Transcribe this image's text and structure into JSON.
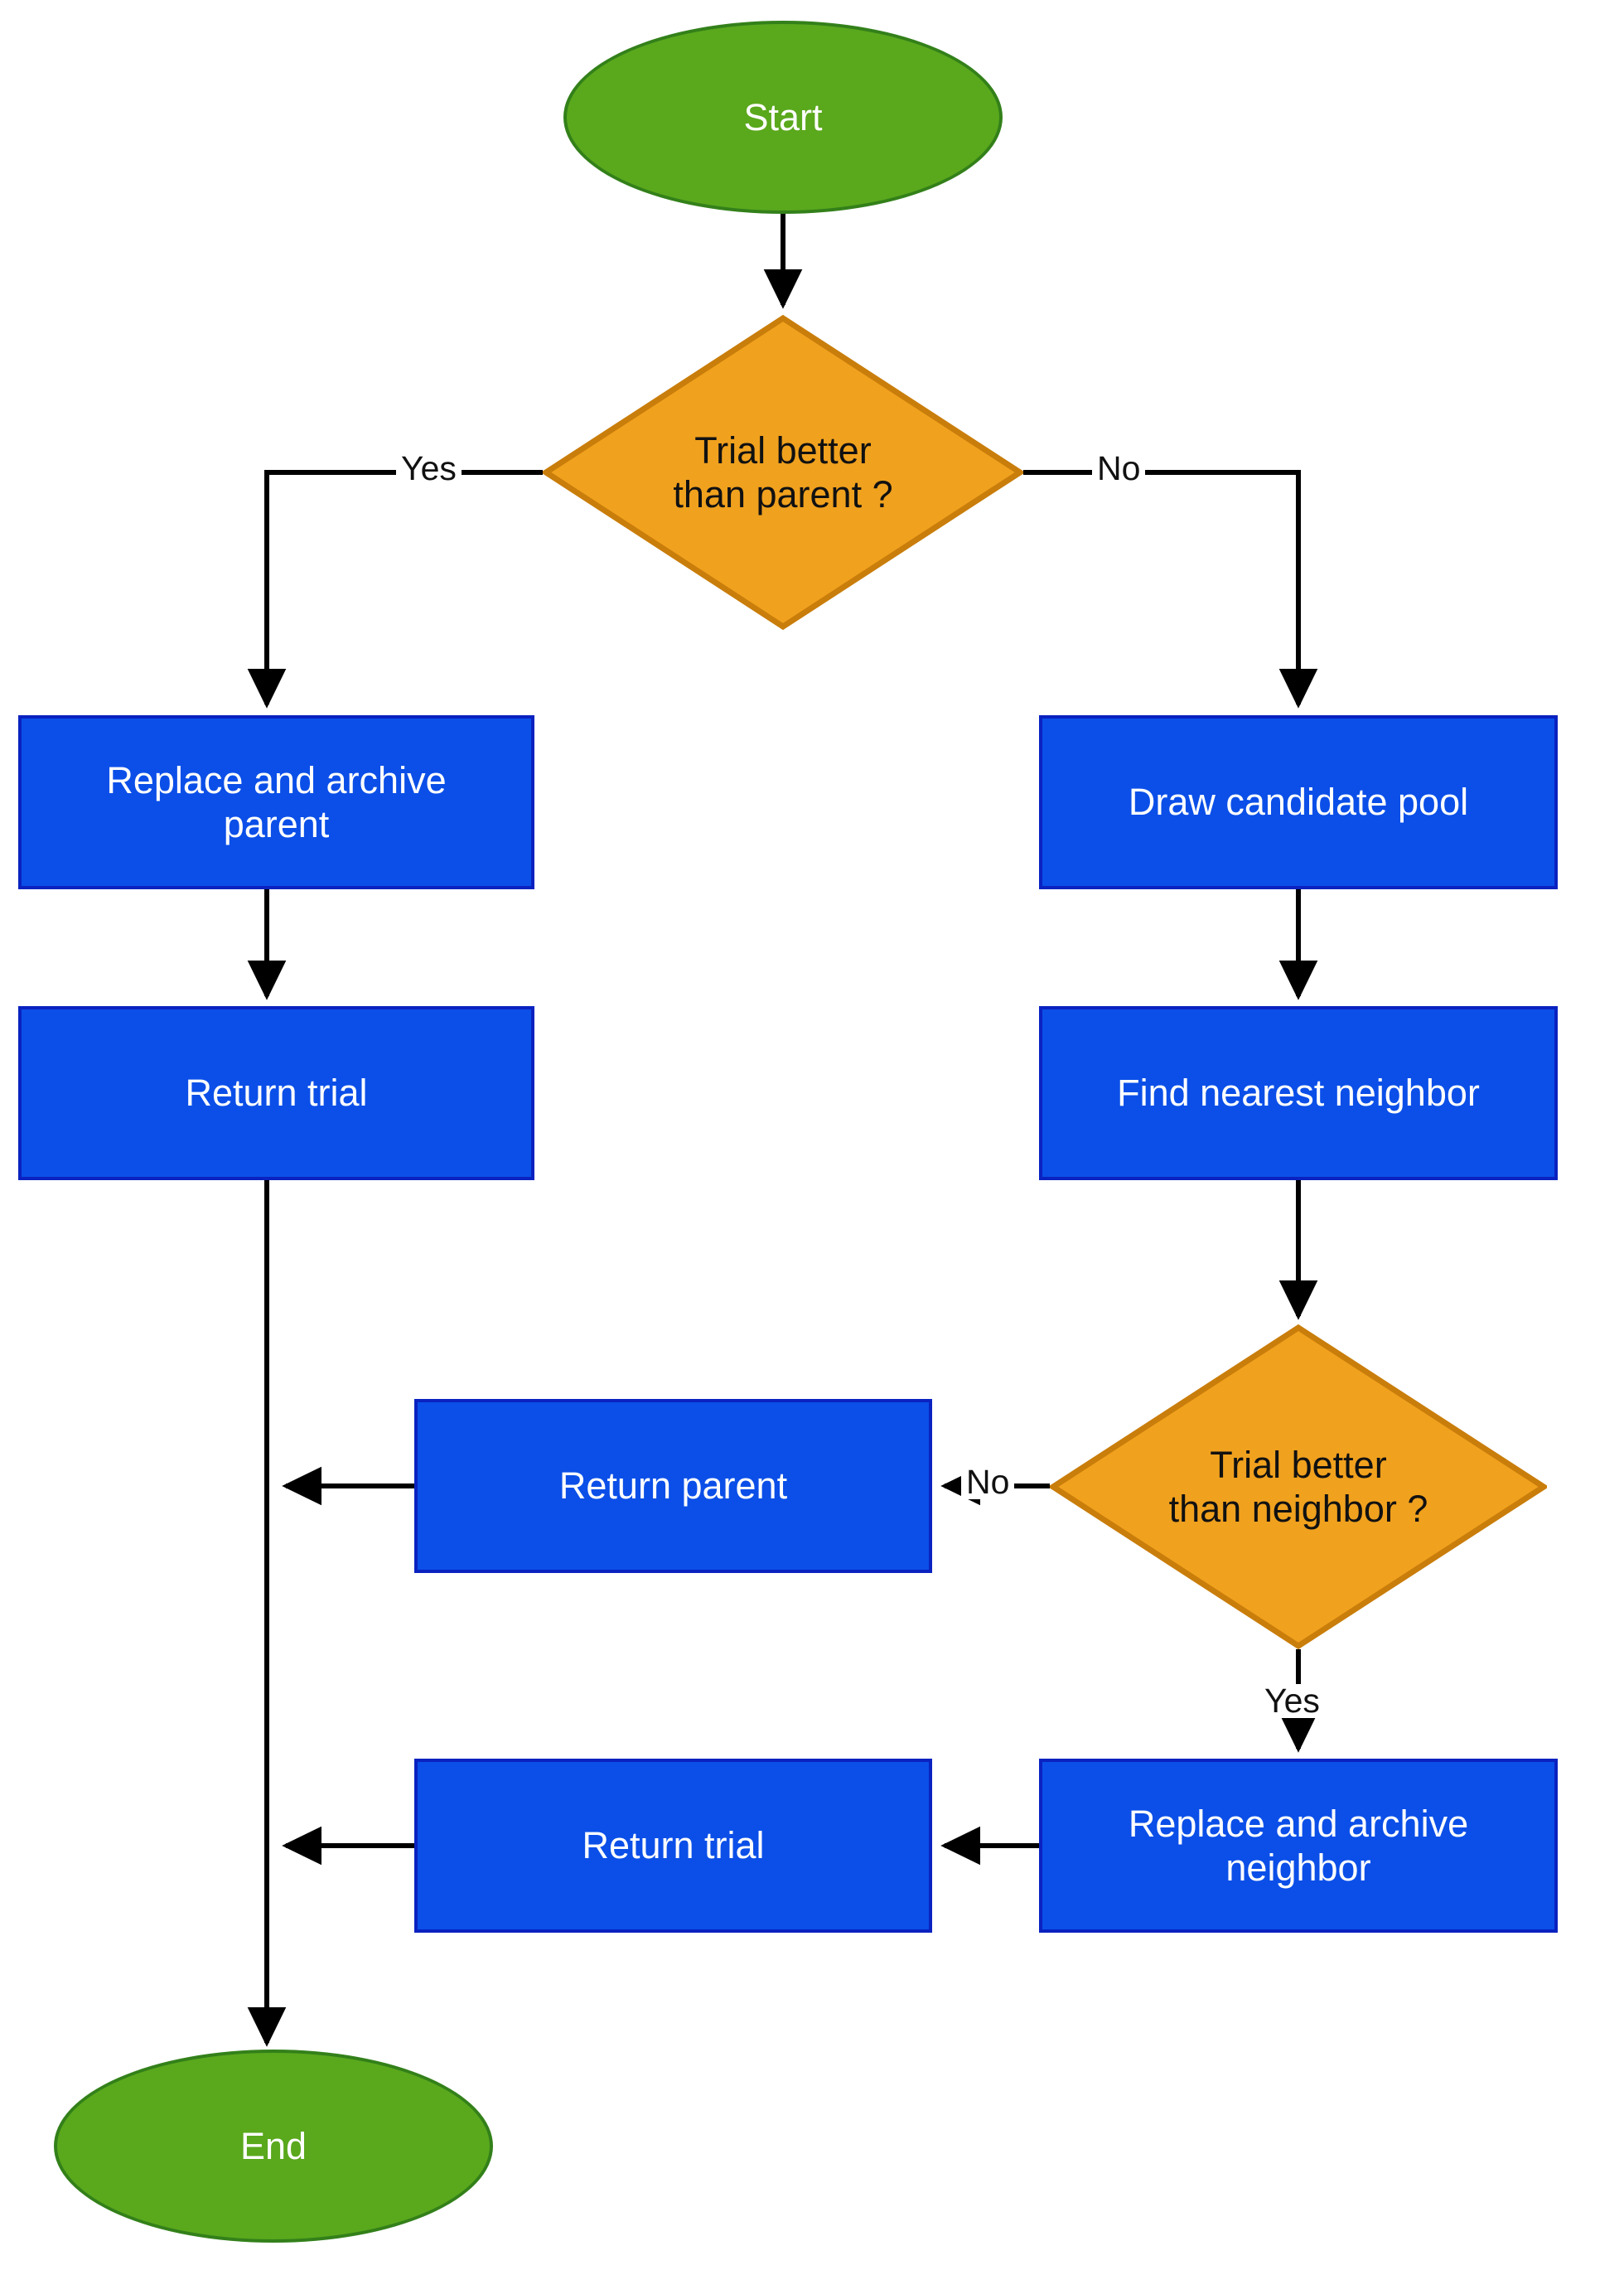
{
  "diagram": {
    "type": "flowchart",
    "title": "",
    "orientation": "top-down",
    "colors": {
      "terminator_fill": "#5aa81c",
      "terminator_border": "#33801a",
      "terminator_text": "#ffffff",
      "process_fill": "#0b4fe8",
      "process_border": "#0a22c0",
      "process_text": "#ffffff",
      "decision_fill": "#f0a11e",
      "decision_border": "#c97d0a",
      "decision_text": "#111111",
      "edge_stroke": "#000000",
      "background": "#ffffff"
    },
    "nodes": {
      "start": {
        "label": "Start",
        "shape": "ellipse"
      },
      "decision_parent": {
        "label_line1": "Trial better",
        "label_line2": "than parent ?",
        "shape": "diamond"
      },
      "replace_archive_parent": {
        "label_line1": "Replace and archive",
        "label_line2": "parent",
        "shape": "rectangle"
      },
      "draw_candidate_pool": {
        "label": "Draw candidate pool",
        "shape": "rectangle"
      },
      "return_trial_left": {
        "label": "Return trial",
        "shape": "rectangle"
      },
      "find_nearest_neighbor": {
        "label": "Find nearest neighbor",
        "shape": "rectangle"
      },
      "decision_neighbor": {
        "label_line1": "Trial better",
        "label_line2": "than neighbor ?",
        "shape": "diamond"
      },
      "return_parent": {
        "label": "Return parent",
        "shape": "rectangle"
      },
      "replace_archive_neighbor": {
        "label_line1": "Replace and archive",
        "label_line2": "neighbor",
        "shape": "rectangle"
      },
      "return_trial_bottom": {
        "label": "Return trial",
        "shape": "rectangle"
      },
      "end": {
        "label": "End",
        "shape": "ellipse"
      }
    },
    "edge_labels": {
      "parent_yes": "Yes",
      "parent_no": "No",
      "neighbor_no": "No",
      "neighbor_yes": "Yes"
    },
    "edges": [
      {
        "from": "start",
        "to": "decision_parent",
        "label": ""
      },
      {
        "from": "decision_parent",
        "to": "replace_archive_parent",
        "label": "Yes"
      },
      {
        "from": "decision_parent",
        "to": "draw_candidate_pool",
        "label": "No"
      },
      {
        "from": "replace_archive_parent",
        "to": "return_trial_left",
        "label": ""
      },
      {
        "from": "draw_candidate_pool",
        "to": "find_nearest_neighbor",
        "label": ""
      },
      {
        "from": "find_nearest_neighbor",
        "to": "decision_neighbor",
        "label": ""
      },
      {
        "from": "decision_neighbor",
        "to": "return_parent",
        "label": "No"
      },
      {
        "from": "decision_neighbor",
        "to": "replace_archive_neighbor",
        "label": "Yes"
      },
      {
        "from": "replace_archive_neighbor",
        "to": "return_trial_bottom",
        "label": ""
      },
      {
        "from": "return_trial_left",
        "to": "end",
        "label": ""
      },
      {
        "from": "return_parent",
        "to": "end",
        "label": ""
      },
      {
        "from": "return_trial_bottom",
        "to": "end",
        "label": ""
      }
    ]
  }
}
